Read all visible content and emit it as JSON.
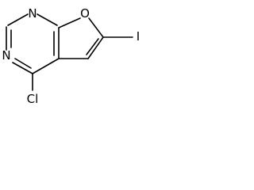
{
  "molecule": {
    "atoms": {
      "n_top": "N",
      "n_left": "N",
      "o_ring": "O",
      "iodine": "I",
      "chlorine": "Cl"
    }
  }
}
